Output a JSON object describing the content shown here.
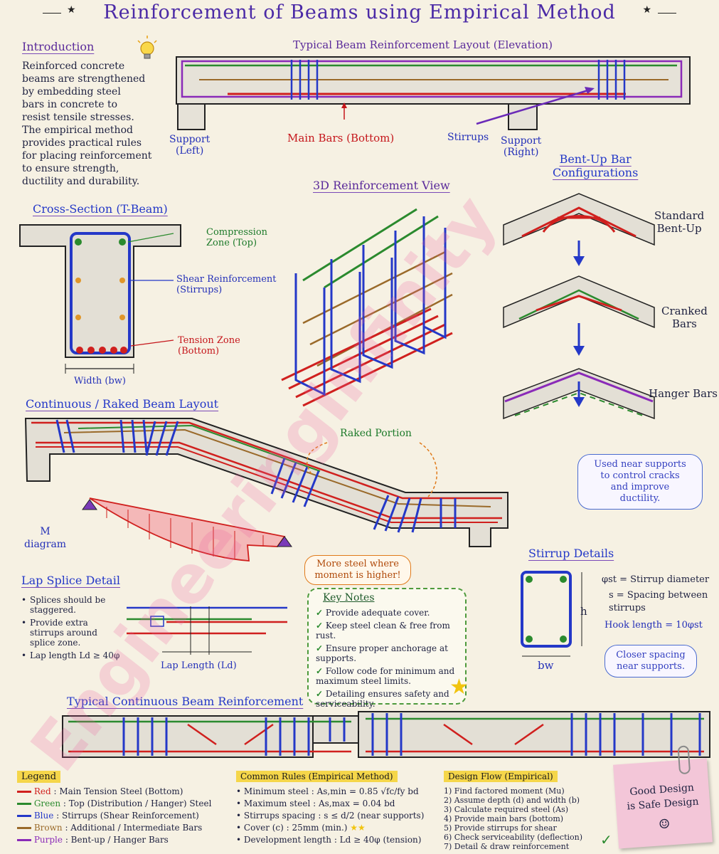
{
  "title": "Reinforcement of Beams using Empirical Method",
  "watermark": "EngineeringInfinity",
  "intro": {
    "heading": "Introduction",
    "lines": [
      "Reinforced concrete",
      "beams are strengthened",
      "by embedding steel",
      "bars in concrete to",
      "resist tensile stresses.",
      "The empirical method",
      "provides practical rules",
      "for placing reinforcement",
      "to ensure strength,",
      "ductility and durability."
    ]
  },
  "elevation": {
    "heading": "Typical Beam Reinforcement Layout (Elevation)",
    "support_left": "Support\n(Left)",
    "main_bars": "Main Bars (Bottom)",
    "stirrups": "Stirrups",
    "support_right": "Support\n(Right)"
  },
  "cross_section": {
    "heading": "Cross-Section (T-Beam)",
    "compression": "Compression\nZone (Top)",
    "shear": "Shear Reinforcement\n(Stirrups)",
    "tension": "Tension Zone\n(Bottom)",
    "width": "Width (bw)"
  },
  "view3d": {
    "heading": "3D Reinforcement View"
  },
  "bentup": {
    "heading": "Bent-Up Bar\nConfigurations",
    "standard": "Standard\nBent-Up",
    "cranked": "Cranked\nBars",
    "hanger": "Hanger Bars",
    "cloud": "Used near supports\nto control cracks\nand improve\nductility."
  },
  "raked": {
    "heading": "Continuous / Raked Beam Layout",
    "raked_portion": "Raked Portion",
    "m_label": "M\ndiagram",
    "more_steel": "More steel where\nmoment is higher!"
  },
  "stirrup_details": {
    "heading": "Stirrup Details",
    "h": "h",
    "bw": "bw",
    "phi": "φst = Stirrup diameter",
    "s": "s = Spacing between\nstirrups",
    "hook": "Hook length = 10φst",
    "cloud": "Closer spacing\nnear supports."
  },
  "lap": {
    "heading": "Lap Splice Detail",
    "bullets": [
      "Splices should be staggered.",
      "Provide extra stirrups around splice zone.",
      "Lap length Ld ≥ 40φ"
    ],
    "lap_length": "Lap Length (Ld)"
  },
  "key_notes": {
    "heading": "Key Notes",
    "items": [
      "Provide adequate cover.",
      "Keep steel clean & free from rust.",
      "Ensure proper anchorage at supports.",
      "Follow code for minimum and maximum steel limits.",
      "Detailing ensures safety and serviceability."
    ]
  },
  "continuous": {
    "heading": "Typical Continuous Beam Reinforcement"
  },
  "legend": {
    "heading": "Legend",
    "items": [
      {
        "name": "Red",
        "desc": ": Main Tension Steel (Bottom)",
        "color": "#d0201e"
      },
      {
        "name": "Green",
        "desc": ": Top (Distribution / Hanger) Steel",
        "color": "#2b8a2e"
      },
      {
        "name": "Blue",
        "desc": ": Stirrups (Shear Reinforcement)",
        "color": "#2438c8"
      },
      {
        "name": "Brown",
        "desc": ": Additional / Intermediate Bars",
        "color": "#9a6a2a"
      },
      {
        "name": "Purple",
        "desc": ": Bent-up / Hanger Bars",
        "color": "#8a2ab8"
      }
    ]
  },
  "rules": {
    "heading": "Common Rules (Empirical Method)",
    "items": [
      "Minimum steel : As,min = 0.85 √fc/fy bd",
      "Maximum steel : As,max = 0.04 bd",
      "Stirrups spacing : s ≤ d/2 (near supports)",
      "Cover (c) : 25mm (min.)",
      "Development length : Ld ≥ 40φ (tension)"
    ]
  },
  "flow": {
    "heading": "Design Flow (Empirical)",
    "items": [
      "1) Find factored moment (Mu)",
      "2) Assume depth (d) and width (b)",
      "3) Calculate required steel (As)",
      "4) Provide main bars (bottom)",
      "5) Provide stirrups for shear",
      "6) Check serviceability (deflection)",
      "7) Detail & draw reinforcement"
    ]
  },
  "sticky": {
    "text": "Good Design\nis Safe Design",
    "smile": "☺"
  }
}
